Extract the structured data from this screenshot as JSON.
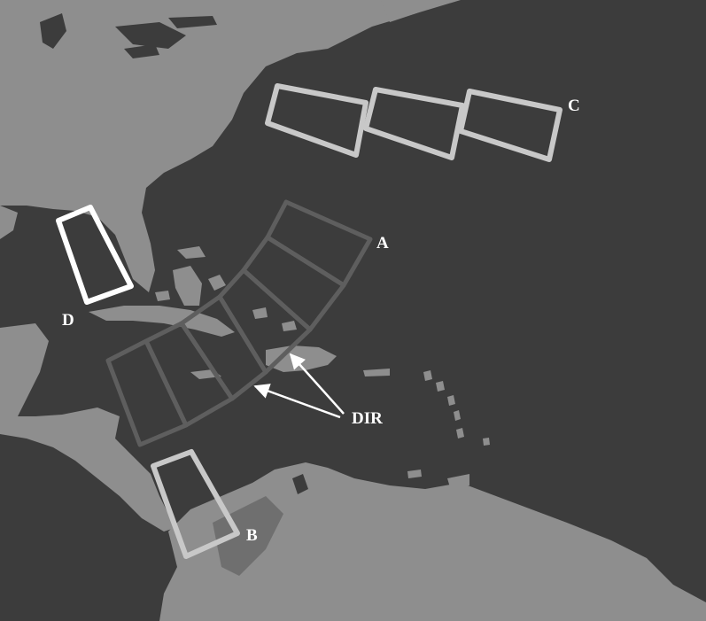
{
  "colors": {
    "ocean": "#3c3c3c",
    "land": "#8e8e8e",
    "land_dark": "#6f6f6f",
    "box_light": "#c8c8c8",
    "box_dark": "#5e5e5e",
    "box_white": "#ffffff",
    "label": "#ffffff"
  },
  "labels": {
    "a": "A",
    "b": "B",
    "c": "C",
    "d": "D",
    "dir": "DIR"
  }
}
